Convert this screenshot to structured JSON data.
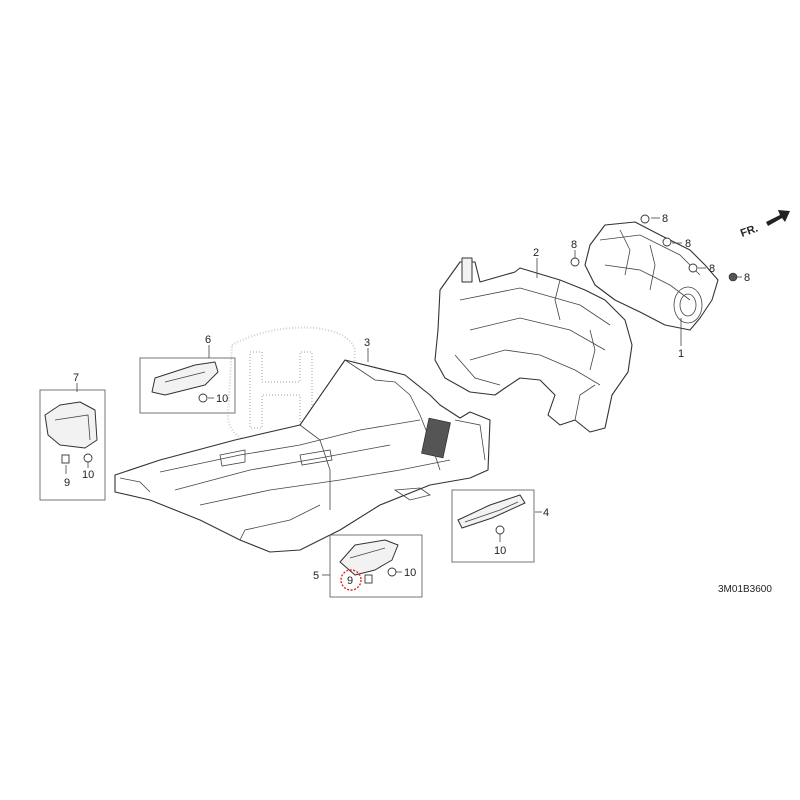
{
  "diagram": {
    "direction_label": "FR.",
    "drawing_code": "3M01B3600",
    "callouts": {
      "c1": "1",
      "c2": "2",
      "c3": "3",
      "c4": "4",
      "c5": "5",
      "c6": "6",
      "c7": "7",
      "c8a": "8",
      "c8b": "8",
      "c8c": "8",
      "c8d": "8",
      "c8e": "8",
      "c9a": "9",
      "c9b": "9",
      "c10a": "10",
      "c10b": "10",
      "c10c": "10",
      "c10d": "10"
    },
    "highlight_color": "#e02020"
  }
}
